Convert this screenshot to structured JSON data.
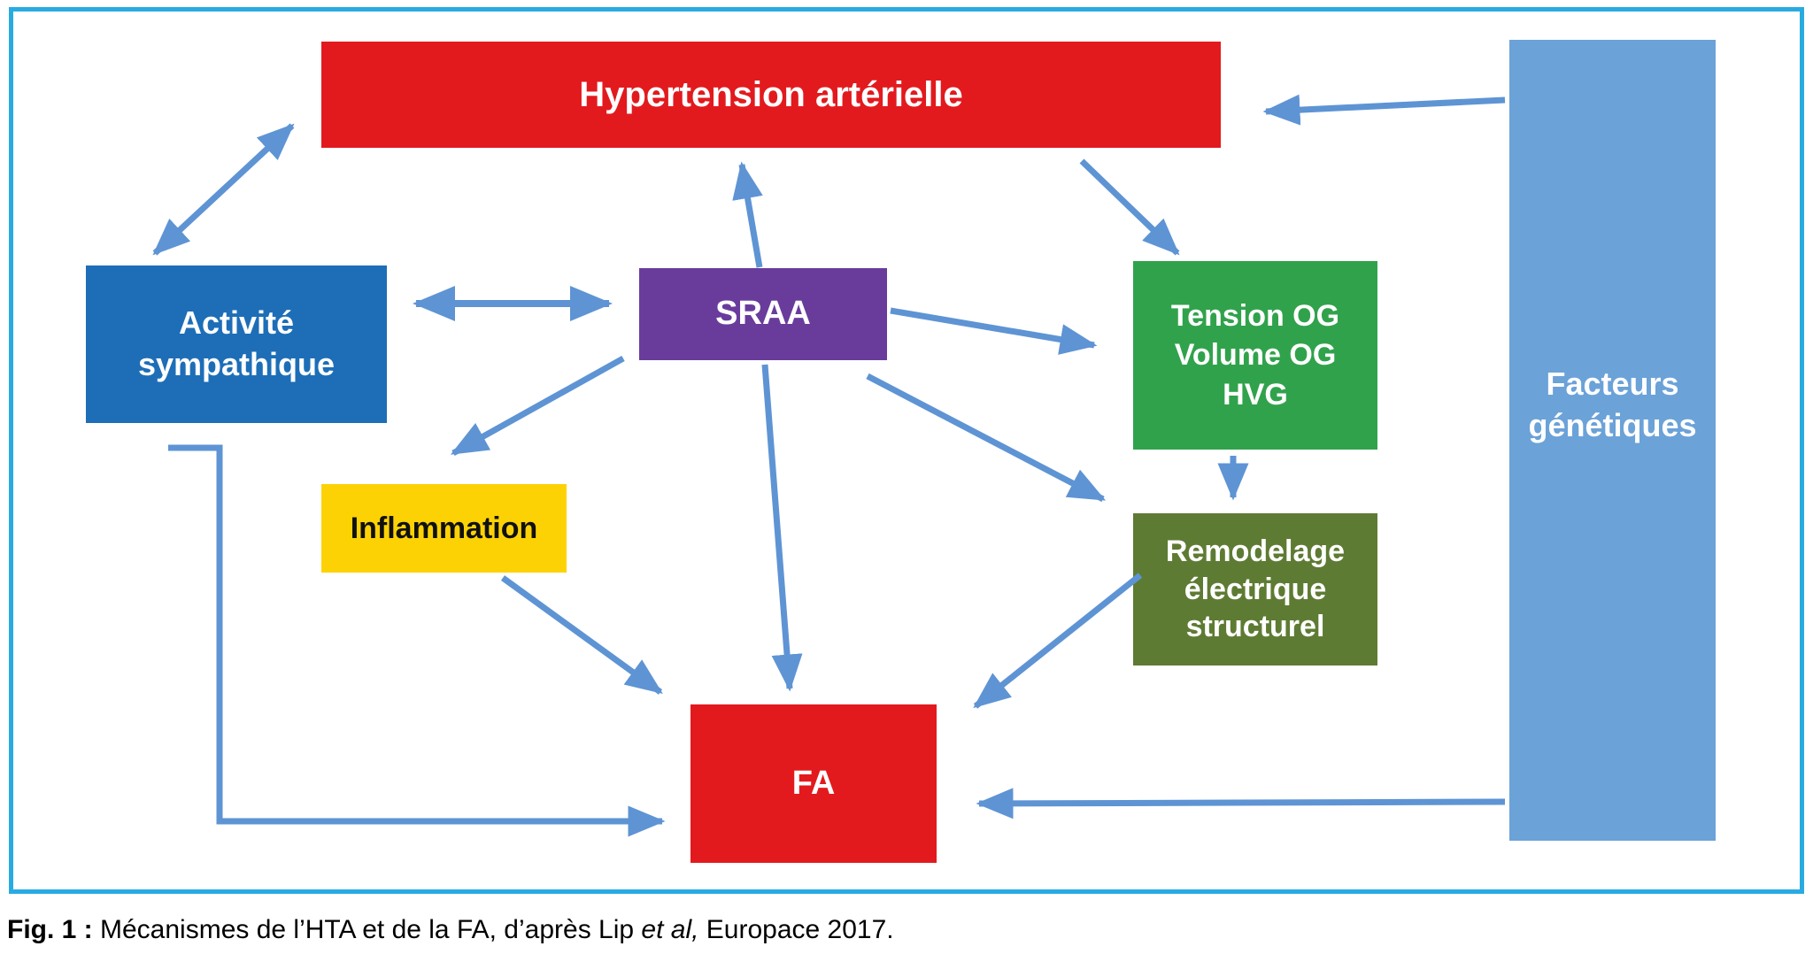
{
  "colors": {
    "frame_border": "#29ABE2",
    "red": "#E21A1E",
    "dark_blue": "#1D6EB7",
    "purple": "#693C9C",
    "green": "#31A24C",
    "yellow": "#FDD205",
    "olive": "#5E7B33",
    "light_blue": "#6BA2D8",
    "arrow": "#5E94D4",
    "caption_text": "#000000"
  },
  "nodes": {
    "hypertension": {
      "label": "Hypertension artérielle"
    },
    "sympathique": {
      "lines": [
        "Activité",
        "sympathique"
      ]
    },
    "sraa": {
      "label": "SRAA"
    },
    "tension": {
      "lines": [
        "Tension OG",
        "Volume OG",
        "HVG"
      ]
    },
    "inflammation": {
      "label": "Inflammation"
    },
    "remodelage": {
      "lines": [
        "Remodelage",
        "électrique",
        "structurel"
      ]
    },
    "fa": {
      "label": "FA"
    },
    "facteurs": {
      "lines": [
        "Facteurs",
        "génétiques"
      ]
    }
  },
  "arrows": [
    {
      "from": "activite-sympathique",
      "to": "hypertension-arterielle",
      "double": true
    },
    {
      "from": "activite-sympathique",
      "to": "sraa",
      "double": true
    },
    {
      "from": "sraa",
      "to": "hypertension-arterielle",
      "double": false
    },
    {
      "from": "hypertension-arterielle",
      "to": "tension-og",
      "double": false
    },
    {
      "from": "facteurs-genetiques",
      "to": "hypertension-arterielle",
      "double": false
    },
    {
      "from": "sraa",
      "to": "tension-og",
      "double": false
    },
    {
      "from": "sraa",
      "to": "inflammation",
      "double": false
    },
    {
      "from": "sraa",
      "to": "fa",
      "double": false
    },
    {
      "from": "sraa",
      "to": "remodelage",
      "double": false
    },
    {
      "from": "tension-og",
      "to": "remodelage",
      "double": false
    },
    {
      "from": "remodelage",
      "to": "fa",
      "double": false
    },
    {
      "from": "inflammation",
      "to": "fa",
      "double": false
    },
    {
      "from": "facteurs-genetiques",
      "to": "fa",
      "double": false
    },
    {
      "from": "activite-sympathique",
      "to": "fa",
      "double": false,
      "style": "elbow"
    }
  ],
  "caption": {
    "prefix": "Fig. 1 :",
    "body": " Mécanismes de l’HTA et de la FA, d’après Lip ",
    "italic": "et al,",
    "suffix": " Europace 2017."
  }
}
